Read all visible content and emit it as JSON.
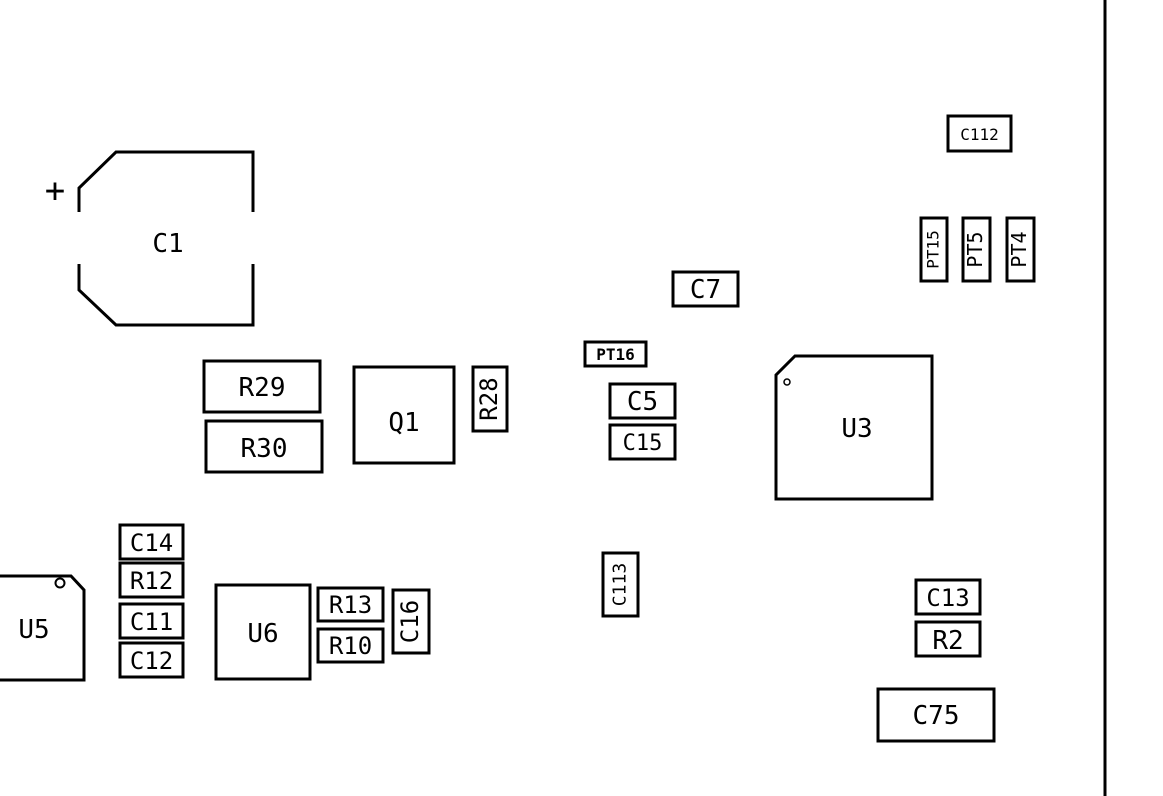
{
  "diagram": {
    "components": [
      {
        "id": "c1",
        "ref": "C1",
        "kind": "polarized-capacitor",
        "polarity": "+"
      },
      {
        "id": "c112",
        "ref": "C112"
      },
      {
        "id": "pt15",
        "ref": "PT15",
        "rotated": true
      },
      {
        "id": "pt5",
        "ref": "PT5",
        "rotated": true
      },
      {
        "id": "pt4",
        "ref": "PT4",
        "rotated": true
      },
      {
        "id": "c7",
        "ref": "C7"
      },
      {
        "id": "pt16",
        "ref": "PT16"
      },
      {
        "id": "r29",
        "ref": "R29"
      },
      {
        "id": "r30",
        "ref": "R30"
      },
      {
        "id": "q1",
        "ref": "Q1"
      },
      {
        "id": "r28",
        "ref": "R28",
        "rotated": true
      },
      {
        "id": "c5",
        "ref": "C5"
      },
      {
        "id": "c15",
        "ref": "C15"
      },
      {
        "id": "u3",
        "ref": "U3",
        "kind": "ic"
      },
      {
        "id": "c14",
        "ref": "C14"
      },
      {
        "id": "r12",
        "ref": "R12"
      },
      {
        "id": "c11",
        "ref": "C11"
      },
      {
        "id": "c12",
        "ref": "C12"
      },
      {
        "id": "u5",
        "ref": "U5",
        "kind": "ic"
      },
      {
        "id": "u6",
        "ref": "U6"
      },
      {
        "id": "r13",
        "ref": "R13"
      },
      {
        "id": "r10",
        "ref": "R10"
      },
      {
        "id": "c16",
        "ref": "C16",
        "rotated": true
      },
      {
        "id": "c113",
        "ref": "C113",
        "rotated": true
      },
      {
        "id": "c13",
        "ref": "C13"
      },
      {
        "id": "r2",
        "ref": "R2"
      },
      {
        "id": "c75",
        "ref": "C75"
      }
    ]
  }
}
